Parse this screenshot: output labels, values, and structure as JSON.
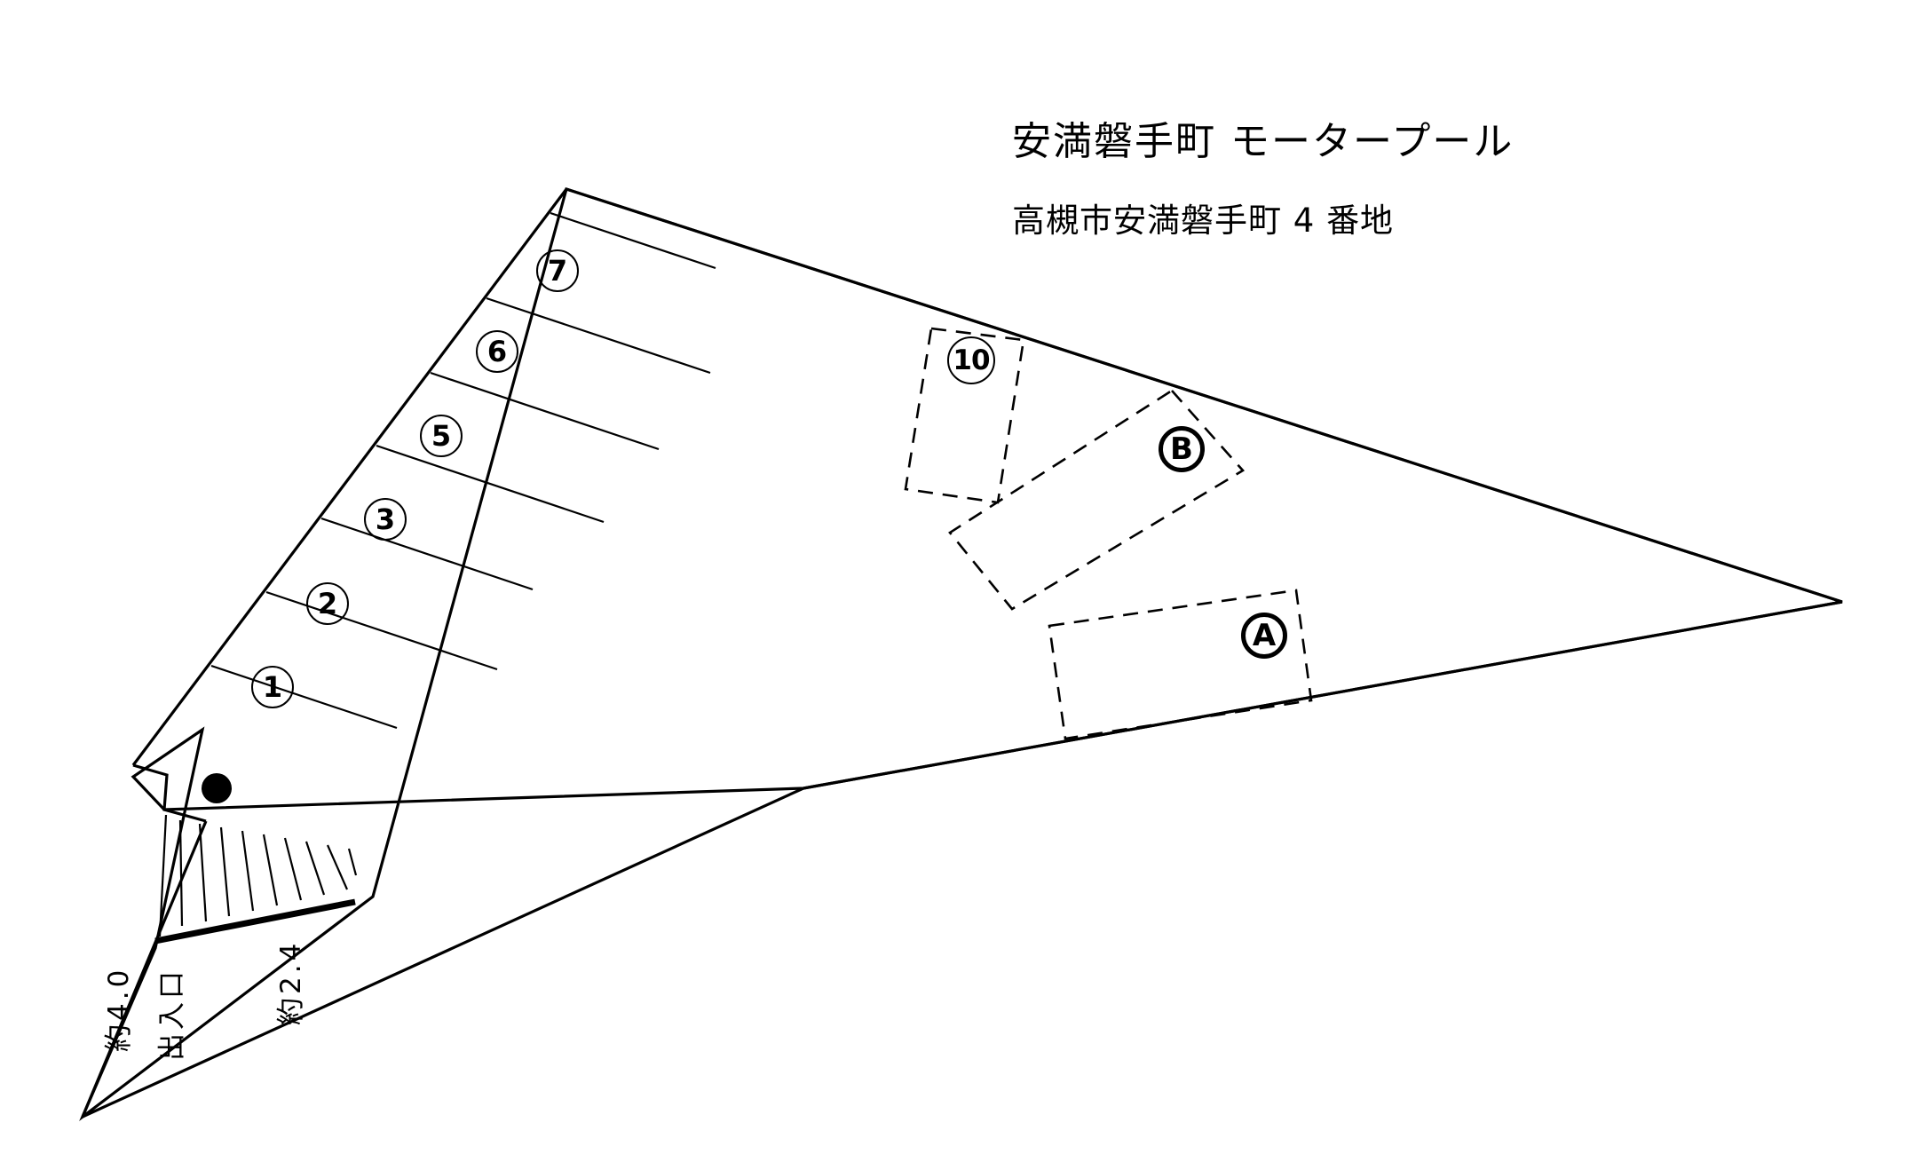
{
  "header": {
    "title": "安満磐手町 モータープール",
    "subtitle": "高槻市安満磐手町 4 番地"
  },
  "labels": {
    "width_left": "約4.0",
    "entrance": "出入口",
    "width_right": "約2.4"
  },
  "stalls": [
    {
      "id": "7",
      "label": "7"
    },
    {
      "id": "6",
      "label": "6"
    },
    {
      "id": "5",
      "label": "5"
    },
    {
      "id": "3",
      "label": "3"
    },
    {
      "id": "2",
      "label": "2"
    },
    {
      "id": "1",
      "label": "1"
    },
    {
      "id": "10",
      "label": "10"
    }
  ],
  "zones": [
    {
      "id": "B",
      "label": "B"
    },
    {
      "id": "A",
      "label": "A"
    }
  ],
  "colors": {
    "ink": "#000000",
    "paper": "#ffffff"
  },
  "legend": {
    "marker_dot": "filled-dot-marker"
  }
}
